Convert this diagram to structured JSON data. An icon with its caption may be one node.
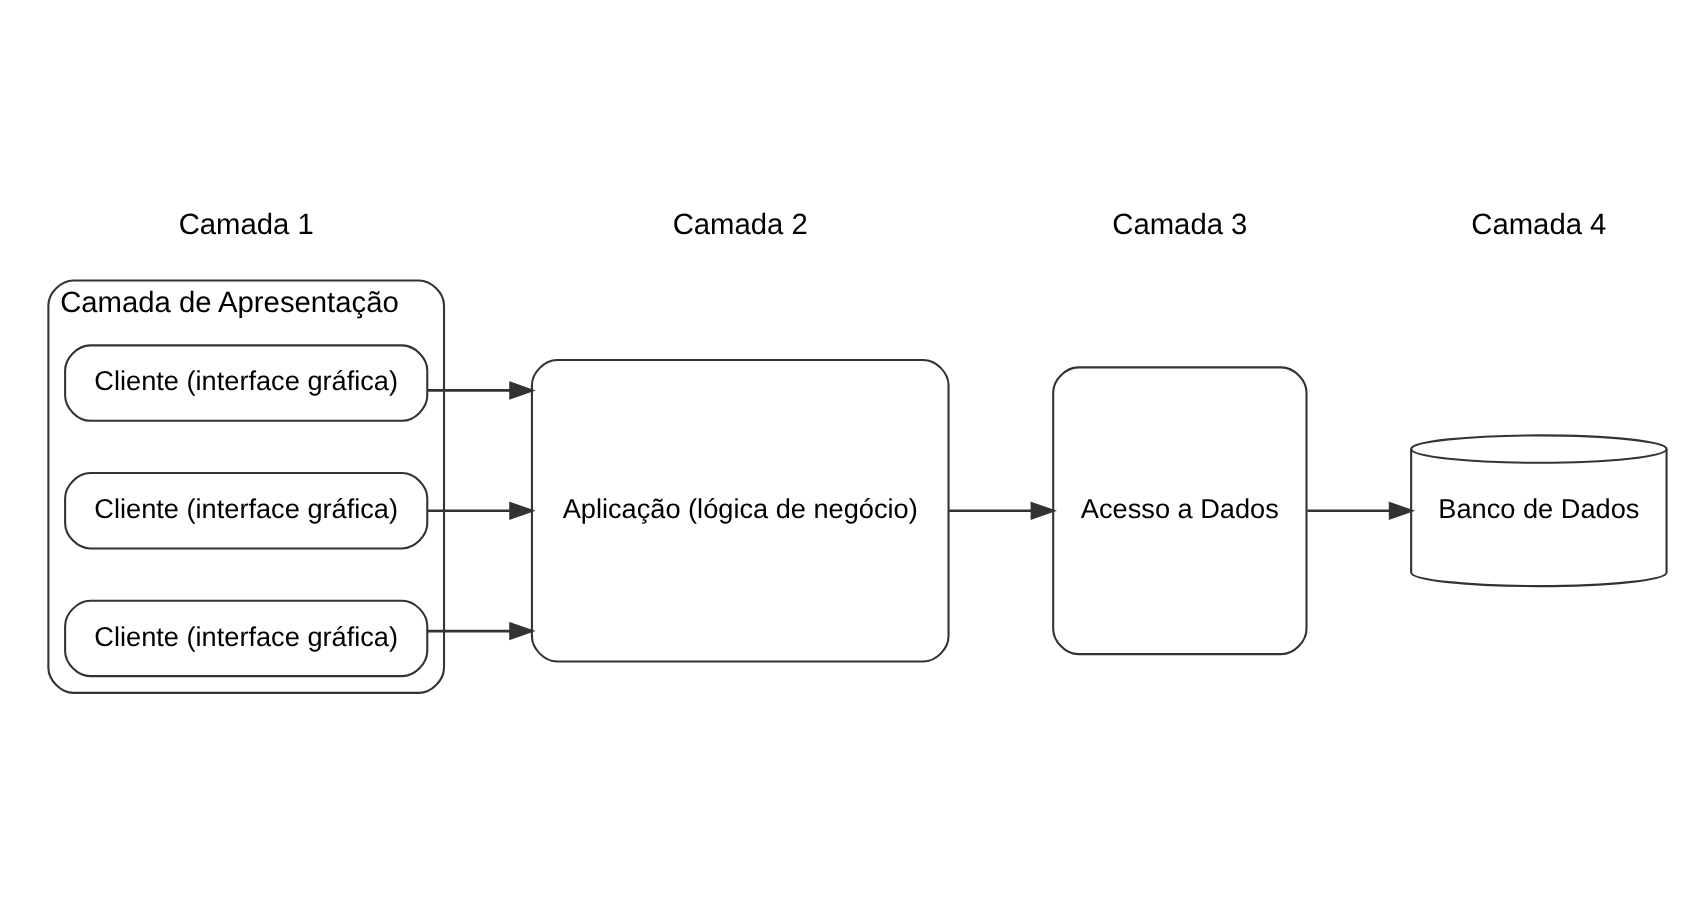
{
  "diagram": {
    "nodes": [
      {
        "text": [
          "Camada de Apresentação"
        ]
      },
      {
        "text": [
          "Cliente (interface gráfica)"
        ],
        "in": 0
      },
      {
        "text": [
          "Cliente (interface gráfica)"
        ],
        "in": 0
      },
      {
        "text": [
          "Cliente (interface gráfica)"
        ],
        "in": 0
      },
      {
        "text": [
          "Aplicação (lógica de negócio)"
        ]
      },
      {
        "text": [
          "Acesso a Dados"
        ]
      },
      {
        "text": [
          "Banco de Dados"
        ]
      }
    ],
    "edges": [
      {
        "from": 1,
        "to": 4,
        "arrow": "to"
      },
      {
        "from": 2,
        "to": 4,
        "arrow": "to"
      },
      {
        "from": 3,
        "to": 4,
        "arrow": "to"
      },
      {
        "from": 4,
        "to": 5,
        "arrow": "to"
      },
      {
        "from": 5,
        "to": 6,
        "arrow": "to"
      }
    ],
    "labels": [
      "Camada 1",
      "Camada 2",
      "Camada 3",
      "Camada 4"
    ]
  }
}
